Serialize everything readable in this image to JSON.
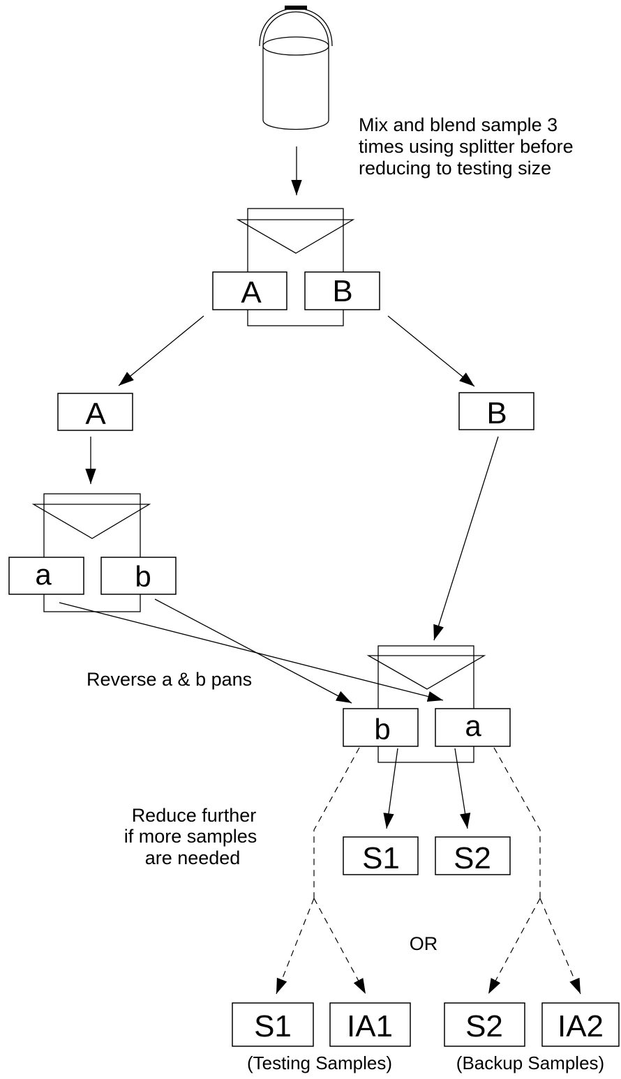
{
  "notes": {
    "mix_line1": "Mix and blend sample 3",
    "mix_line2": "times using splitter before",
    "mix_line3": "reducing to testing size",
    "reverse": "Reverse a & b pans",
    "reduce_line1": "Reduce further",
    "reduce_line2": "if more samples",
    "reduce_line3": "are needed",
    "or": "OR"
  },
  "splitter1": {
    "pan_left": "A",
    "pan_right": "B"
  },
  "level1": {
    "left": "A",
    "right": "B"
  },
  "splitter2": {
    "pan_left": "a",
    "pan_right": "b"
  },
  "splitter3": {
    "pan_left": "b",
    "pan_right": "a"
  },
  "outputs": {
    "s1": "S1",
    "s2": "S2"
  },
  "final": {
    "s1": "S1",
    "ia1": "IA1",
    "s2": "S2",
    "ia2": "IA2",
    "testing_caption": "(Testing Samples)",
    "backup_caption": "(Backup Samples)"
  }
}
